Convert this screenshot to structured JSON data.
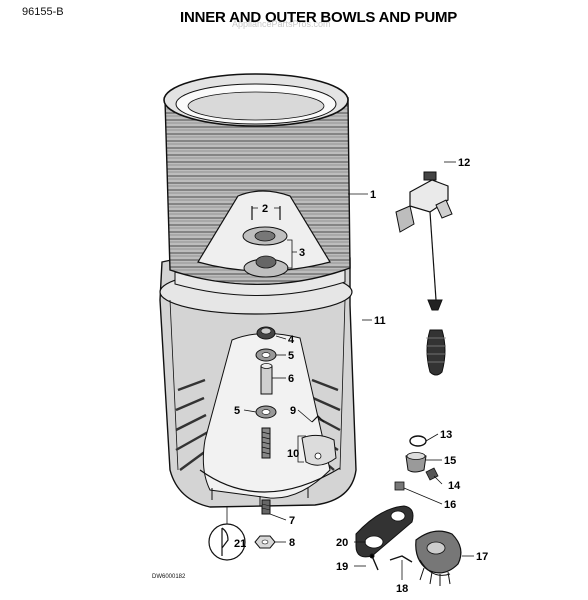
{
  "header": {
    "doc_code": "96155-B",
    "title": "INNER AND OUTER BOWLS AND PUMP",
    "watermark": "AppliancePartsPros.com"
  },
  "footer": {
    "drawing_code": "DW6000182"
  },
  "callouts": {
    "p1": "1",
    "p2": "2",
    "p3": "3",
    "p4": "4",
    "p5a": "5",
    "p5b": "5",
    "p6": "6",
    "p7": "7",
    "p8": "8",
    "p9": "9",
    "p10": "10",
    "p11": "11",
    "p12": "12",
    "p13": "13",
    "p14": "14",
    "p15": "15",
    "p16": "16",
    "p17": "17",
    "p18": "18",
    "p19": "19",
    "p20": "20",
    "p21": "21"
  }
}
